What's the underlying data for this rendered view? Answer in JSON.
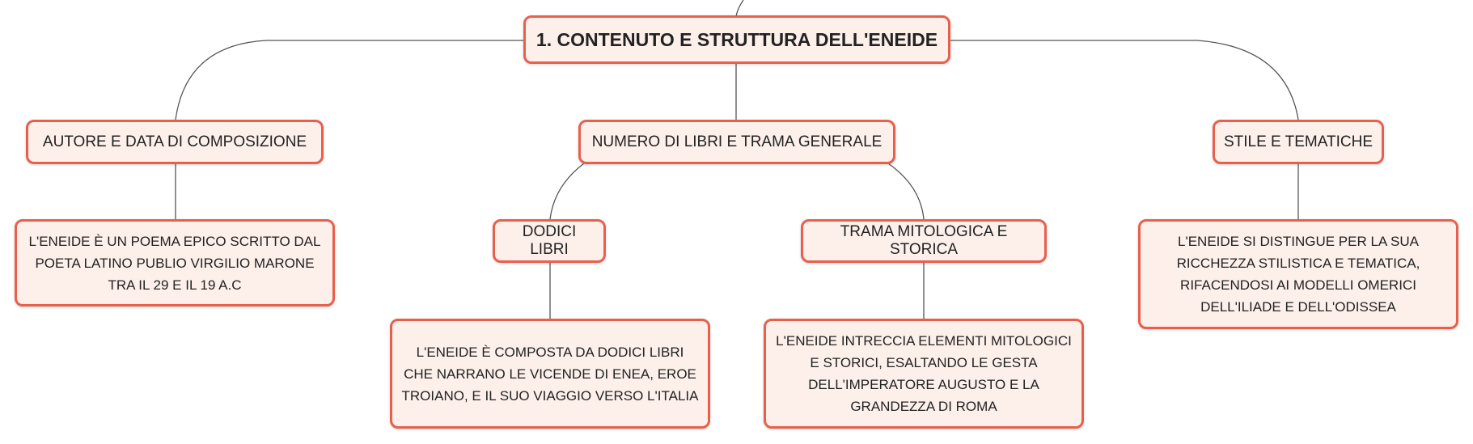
{
  "diagram": {
    "root": {
      "label": "1. CONTENUTO E STRUTTURA DELL'ENEIDE"
    },
    "branches": [
      {
        "label": "AUTORE E DATA DI COMPOSIZIONE",
        "detail": "L'ENEIDE È UN POEMA EPICO SCRITTO DAL POETA LATINO PUBLIO VIRGILIO MARONE TRA IL 29 E IL 19 A.C"
      },
      {
        "label": "NUMERO DI LIBRI E TRAMA GENERALE",
        "children": [
          {
            "label": "DODICI LIBRI",
            "detail": "L'ENEIDE È COMPOSTA DA DODICI LIBRI CHE NARRANO LE VICENDE DI ENEA, EROE TROIANO, E IL SUO VIAGGIO VERSO L'ITALIA"
          },
          {
            "label": "TRAMA MITOLOGICA E STORICA",
            "detail": "L'ENEIDE INTRECCIA ELEMENTI MITOLOGICI E STORICI, ESALTANDO LE GESTA DELL'IMPERATORE AUGUSTO E LA GRANDEZZA DI ROMA"
          }
        ]
      },
      {
        "label": "STILE E TEMATICHE",
        "detail": "L'ENEIDE SI DISTINGUE PER LA SUA RICCHEZZA STILISTICA E TEMATICA, RIFACENDOSI AI MODELLI OMERICI DELL'ILIADE E DELL'ODISSEA"
      }
    ]
  },
  "colors": {
    "node_border": "#e8604c",
    "node_fill": "#fdf0eb",
    "connector": "#555555",
    "text": "#222222"
  }
}
